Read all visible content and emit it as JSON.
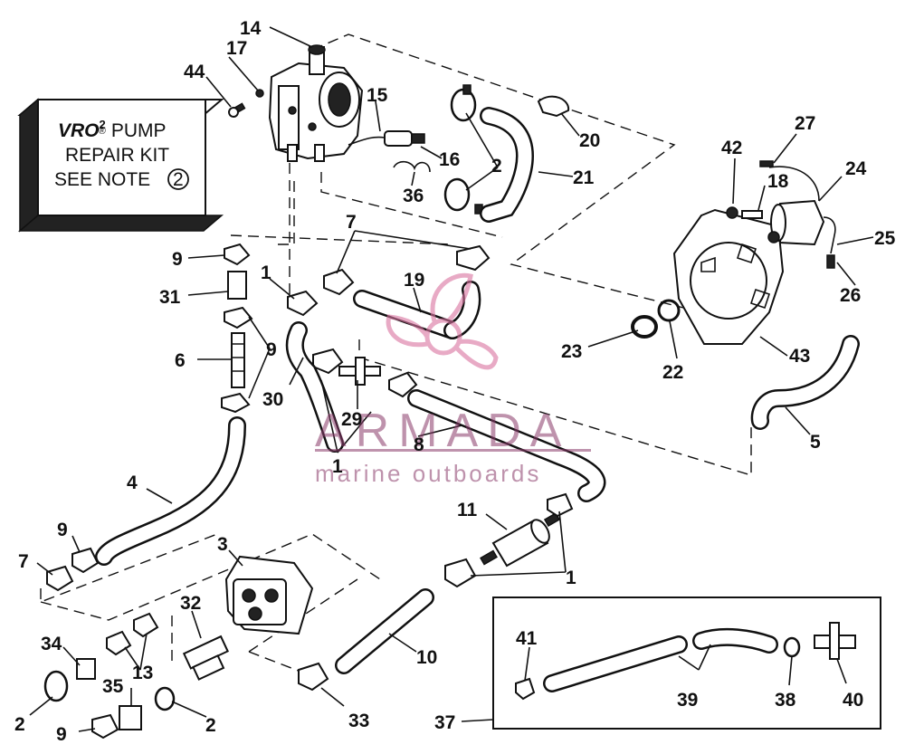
{
  "note_box": {
    "line1_brand": "VRO",
    "line1_super": "2",
    "line1_reg": "®",
    "line1_rest": "PUMP",
    "line2": "REPAIR KIT",
    "line3": "SEE NOTE",
    "line3_circle": "2"
  },
  "watermark": {
    "brand": "ARMADA",
    "tagline": "marine outboards",
    "logo_color": "#d9739f"
  },
  "callouts": {
    "c14": "14",
    "c17": "17",
    "c44": "44",
    "c15": "15",
    "c16": "16",
    "c36": "36",
    "c2a": "2",
    "c21": "21",
    "c20": "20",
    "c27": "27",
    "c42": "42",
    "c18": "18",
    "c24": "24",
    "c25": "25",
    "c26": "26",
    "c7a": "7",
    "c9a": "9",
    "c1a": "1",
    "c31": "31",
    "c19": "19",
    "c6": "6",
    "c9b": "9",
    "c23": "23",
    "c22": "22",
    "c43": "43",
    "c30": "30",
    "c29": "29",
    "c8": "8",
    "c1b": "1",
    "c5": "5",
    "c4": "4",
    "c11": "11",
    "c9c": "9",
    "c7b": "7",
    "c3": "3",
    "c1c": "1",
    "c32": "32",
    "c34": "34",
    "c13": "13",
    "c10": "10",
    "c41": "41",
    "c2b": "2",
    "c35": "35",
    "c2c": "2",
    "c39": "39",
    "c38": "38",
    "c40": "40",
    "c9d": "9",
    "c33": "33",
    "c37": "37"
  }
}
